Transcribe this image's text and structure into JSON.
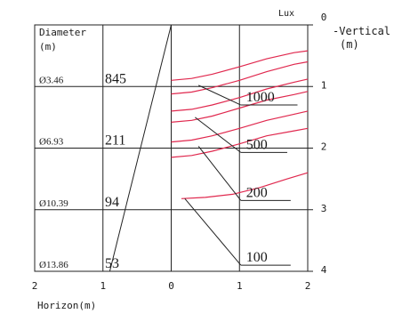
{
  "chart_data": {
    "type": "line",
    "title": "",
    "units_label": "Lux",
    "xlabel": "Horizon(m)",
    "ylabel_left_header": "Diameter\n(m)",
    "ylabel_right": "Vertical\n(m)",
    "x_ticks": [
      "2",
      "1",
      "0",
      "1",
      "2"
    ],
    "y_ticks": [
      "0",
      "1",
      "2",
      "3",
      "4"
    ],
    "horizontal_range_m": [
      -2,
      2
    ],
    "vertical_range_m": [
      0,
      4
    ],
    "grid": true,
    "beam_table": {
      "diameter_header": "Diameter\n(m)",
      "rows": [
        {
          "vertical_m": 1,
          "diameter": "Ø3.46",
          "lux": "845"
        },
        {
          "vertical_m": 2,
          "diameter": "Ø6.93",
          "lux": "211"
        },
        {
          "vertical_m": 3,
          "diameter": "Ø10.39",
          "lux": "94"
        },
        {
          "vertical_m": 4,
          "diameter": "Ø13.86",
          "lux": "53"
        }
      ]
    },
    "series": [
      {
        "label": "1000",
        "x": [
          0,
          0.3,
          0.6,
          1.0,
          1.4,
          1.8,
          2.0
        ],
        "y": [
          0.9,
          0.87,
          0.8,
          0.68,
          0.55,
          0.45,
          0.42
        ]
      },
      {
        "label": "1000",
        "x": [
          0,
          0.3,
          0.6,
          1.0,
          1.4,
          1.8,
          2.0
        ],
        "y": [
          1.12,
          1.09,
          1.02,
          0.9,
          0.76,
          0.64,
          0.6
        ]
      },
      {
        "label": "500",
        "x": [
          0,
          0.3,
          0.6,
          1.0,
          1.4,
          1.8,
          2.0
        ],
        "y": [
          1.4,
          1.37,
          1.3,
          1.18,
          1.04,
          0.93,
          0.88
        ]
      },
      {
        "label": "500",
        "x": [
          0,
          0.3,
          0.6,
          1.0,
          1.4,
          1.8,
          2.0
        ],
        "y": [
          1.58,
          1.55,
          1.48,
          1.35,
          1.22,
          1.13,
          1.08
        ]
      },
      {
        "label": "200",
        "x": [
          0,
          0.3,
          0.6,
          1.0,
          1.4,
          1.8,
          2.0
        ],
        "y": [
          1.9,
          1.87,
          1.8,
          1.68,
          1.55,
          1.45,
          1.4
        ]
      },
      {
        "label": "200",
        "x": [
          0,
          0.3,
          0.6,
          1.0,
          1.4,
          1.8,
          2.0
        ],
        "y": [
          2.15,
          2.12,
          2.05,
          1.93,
          1.8,
          1.72,
          1.68
        ]
      },
      {
        "label": "100",
        "x": [
          0.15,
          0.5,
          0.9,
          1.3,
          1.7,
          2.0
        ],
        "y": [
          2.82,
          2.8,
          2.75,
          2.64,
          2.5,
          2.4
        ]
      }
    ],
    "callouts": [
      {
        "text": "1000",
        "leader_from": [
          0.4,
          0.98
        ],
        "label_anchor": [
          1.02,
          1.3
        ],
        "label_x_end": 1.85
      },
      {
        "text": "500",
        "leader_from": [
          0.35,
          1.5
        ],
        "label_anchor": [
          1.02,
          2.07
        ],
        "label_x_end": 1.7
      },
      {
        "text": "200",
        "leader_from": [
          0.4,
          1.97
        ],
        "label_anchor": [
          1.02,
          2.85
        ],
        "label_x_end": 1.75
      },
      {
        "text": "100",
        "leader_from": [
          0.2,
          2.82
        ],
        "label_anchor": [
          1.02,
          3.9
        ],
        "label_x_end": 1.75
      }
    ],
    "beam_edge_line": {
      "x": [
        0,
        -0.9
      ],
      "y": [
        0,
        4
      ]
    },
    "colors": {
      "curve": "#e0284e",
      "grid": "#222222",
      "text": "#1a1a1a"
    }
  }
}
